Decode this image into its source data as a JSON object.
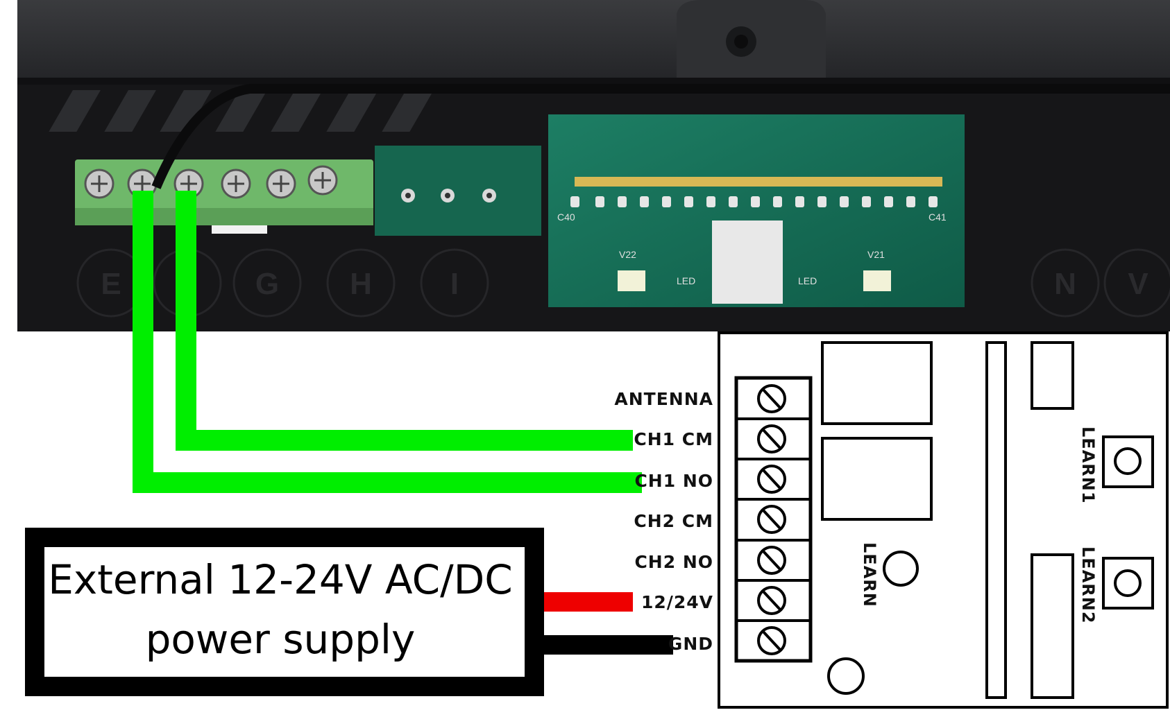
{
  "photo": {
    "terminal_letters": [
      "E",
      "F",
      "G",
      "H",
      "I"
    ],
    "right_letters": [
      "N",
      "V"
    ],
    "pcb_marks": {
      "v22": "V22",
      "v21": "V21",
      "led_left": "LED",
      "led_right": "LED",
      "c40": "C40",
      "c41": "C41"
    }
  },
  "receiver": {
    "terminal_labels": [
      "ANTENNA",
      "CH1 CM",
      "CH1 NO",
      "CH2 CM",
      "CH2 NO",
      "12/24V",
      "GND"
    ],
    "learn_buttons": [
      "LEARN",
      "LEARN1",
      "LEARN2"
    ]
  },
  "power_supply": {
    "line1": "External 12-24V AC/DC",
    "line2": "power supply"
  },
  "colors": {
    "signal_wire": "#00ee00",
    "positive_wire": "#ee0000",
    "ground_wire": "#000000",
    "terminal_block": "#6fb86a",
    "pcb": "#15705a"
  }
}
